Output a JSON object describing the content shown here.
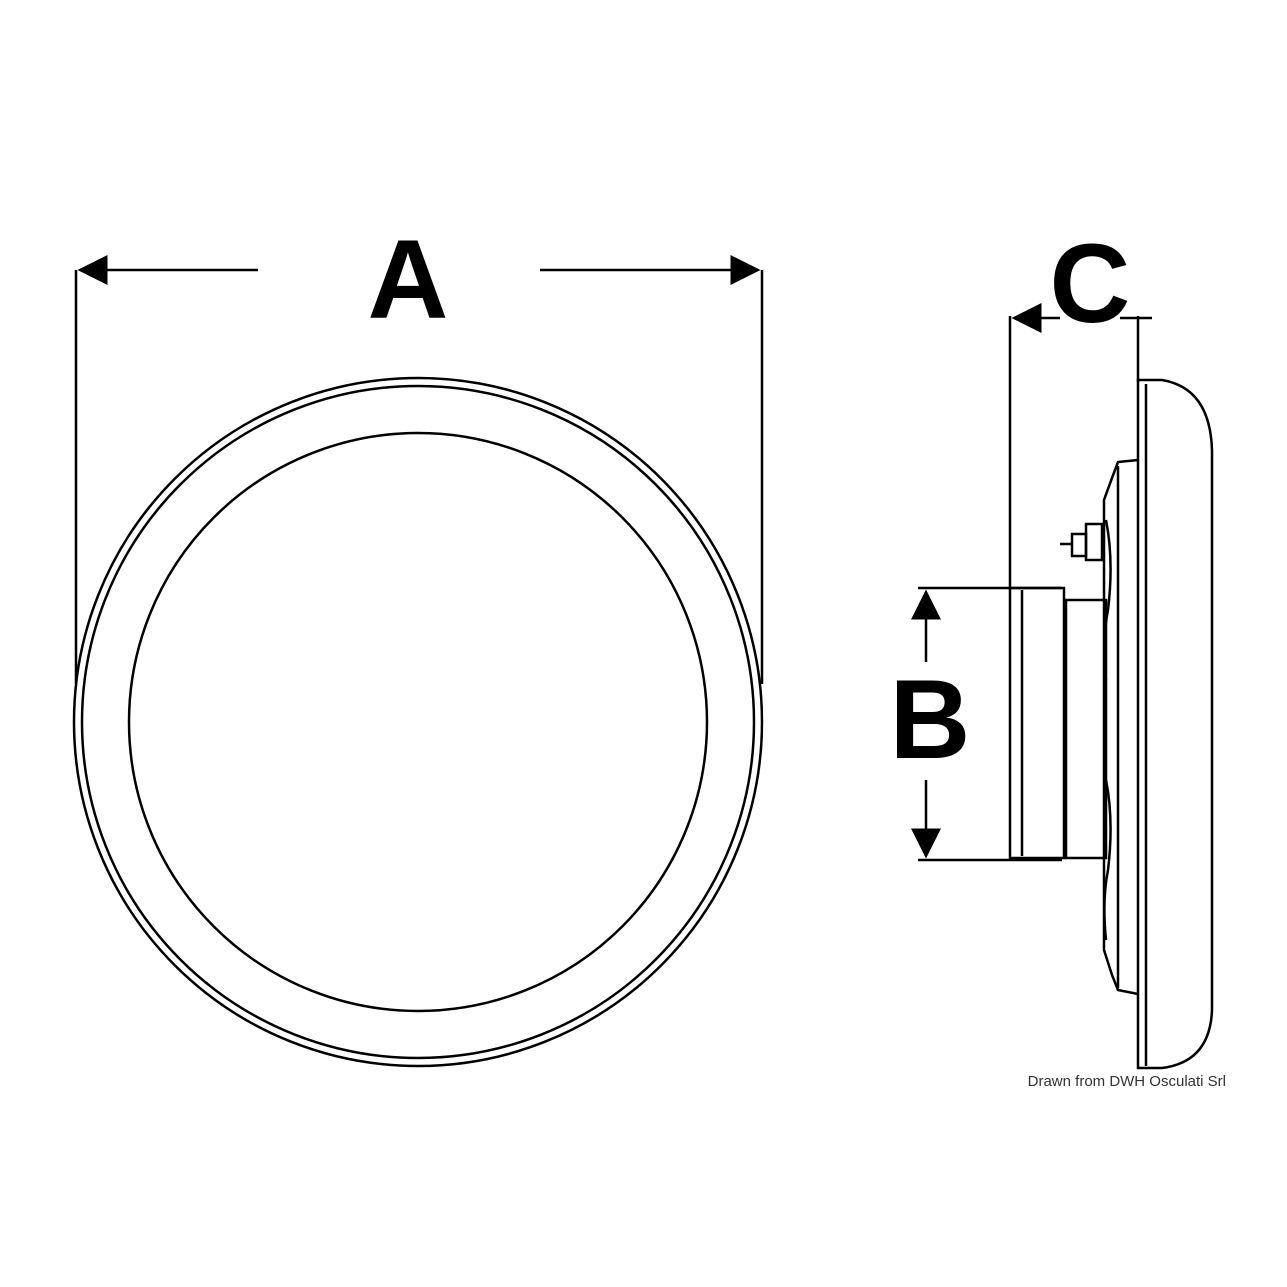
{
  "dimensions": {
    "a_label": "A",
    "b_label": "B",
    "c_label": "C"
  },
  "credit": "Drawn from DWH Osculati Srl",
  "colors": {
    "line": "#000000",
    "background": "#ffffff"
  }
}
